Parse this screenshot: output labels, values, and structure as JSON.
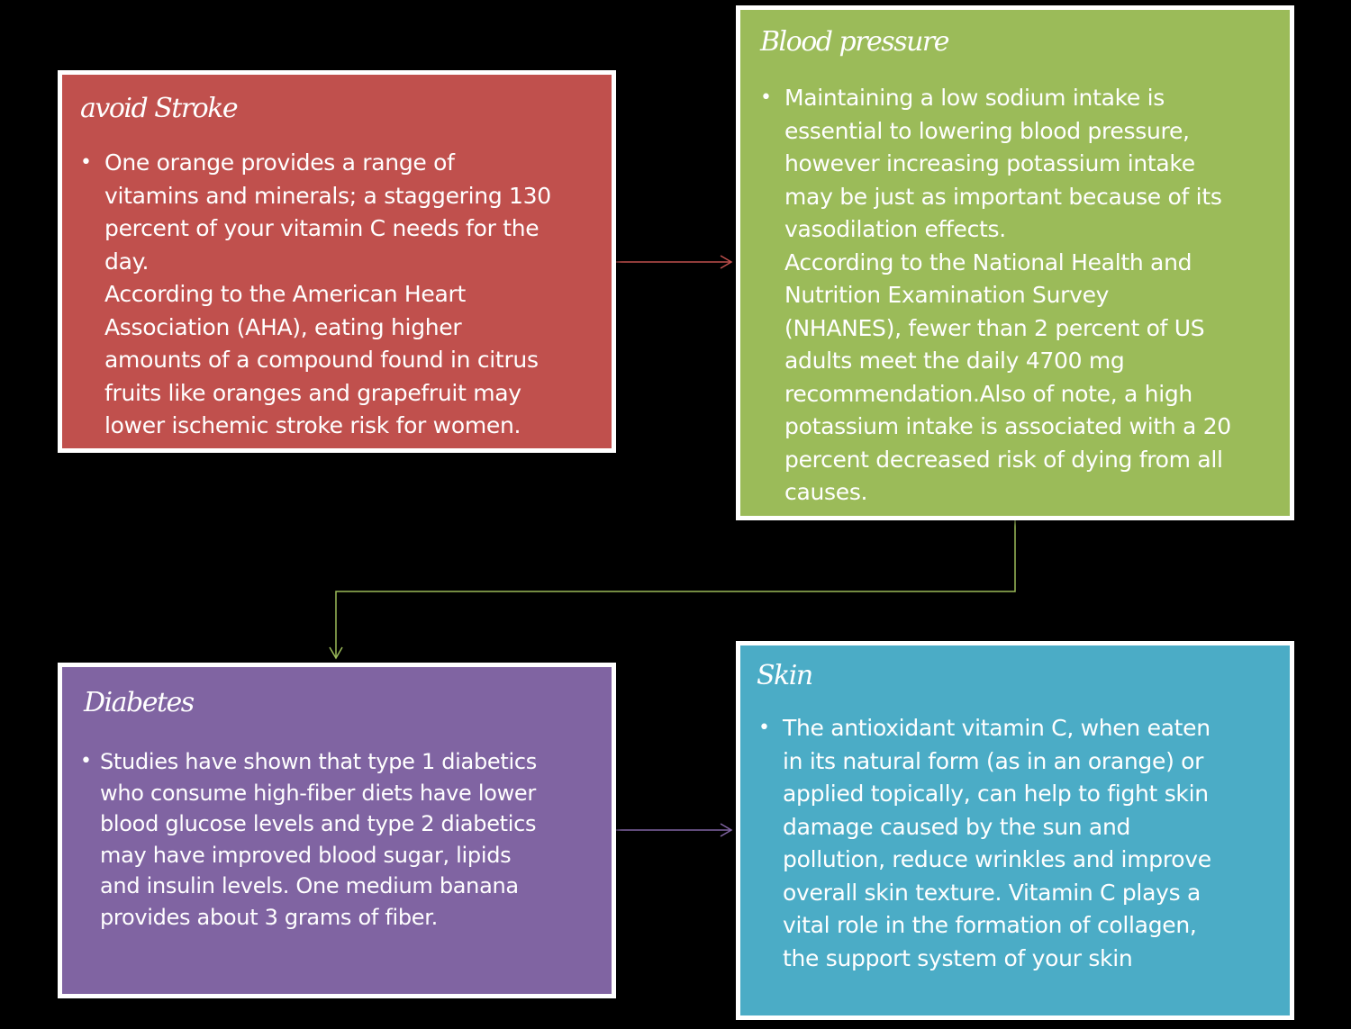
{
  "colors": {
    "background": "#000000",
    "stroke_box": "#c0504d",
    "blood_pressure_box": "#9bbb59",
    "diabetes_box": "#8064a2",
    "skin_box": "#4bacc6",
    "border": "#ffffff",
    "arrow_stroke_to_bp": "#c0504d",
    "arrow_bp_to_diabetes": "#9bbb59",
    "arrow_diabetes_to_skin": "#8064a2"
  },
  "boxes": {
    "stroke": {
      "title": "avoid Stroke",
      "bullet": "•",
      "text": "One orange provides a range of\nvitamins and minerals; a staggering 130\npercent of your vitamin C needs for the\nday.\nAccording to the American Heart\nAssociation (AHA), eating higher\namounts of a compound found in citrus\nfruits like oranges and grapefruit may\nlower ischemic stroke risk for women."
    },
    "blood_pressure": {
      "title": "Blood pressure",
      "bullet": "•",
      "text": "Maintaining a low sodium intake is\nessential to lowering blood pressure,\nhowever increasing potassium intake\nmay be just as important because of its\nvasodilation effects.\nAccording to the National Health and\nNutrition Examination Survey\n(NHANES), fewer than 2 percent of US\nadults meet the daily 4700 mg\nrecommendation.Also of note, a high\npotassium intake is associated with a 20\npercent decreased risk of dying from all\ncauses."
    },
    "diabetes": {
      "title": "Diabetes",
      "bullet": "•",
      "text": "Studies have shown that type 1 diabetics\nwho consume high-fiber diets have lower\nblood glucose levels and type 2 diabetics\nmay have improved blood sugar, lipids\nand insulin levels. One medium banana\nprovides about 3 grams of fiber."
    },
    "skin": {
      "title": "Skin",
      "bullet": "•",
      "text": "The antioxidant vitamin C, when eaten\nin its natural form (as in an orange) or\napplied topically, can help to fight skin\ndamage caused by the sun and\npollution, reduce wrinkles and improve\noverall skin texture. Vitamin C plays a\nvital role in the formation of collagen,\nthe support system of your skin"
    }
  }
}
